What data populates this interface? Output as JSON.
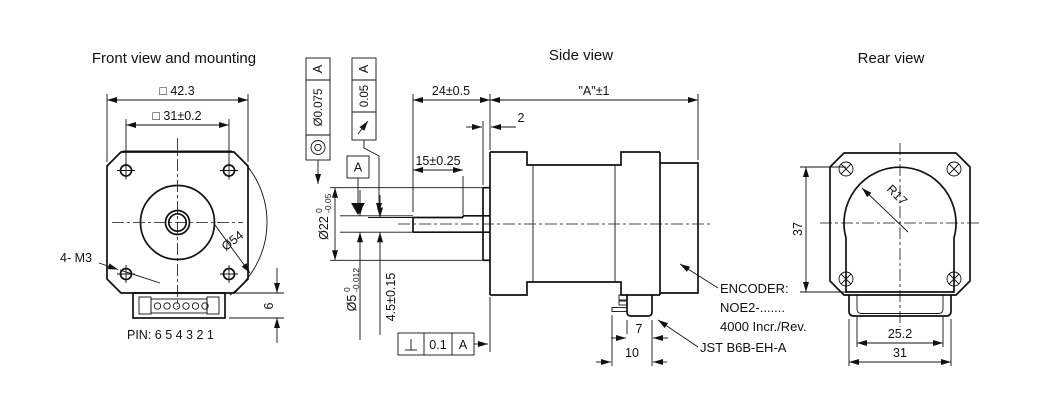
{
  "drawing": {
    "front": {
      "title": "Front view and mounting",
      "dim_outer": "□ 42.3",
      "dim_hole_spacing": "□ 31±0.2",
      "dim_swing_circle": "Ø54",
      "label_mounting_holes": "4- M3",
      "pin_label": "PIN: 6 5 4 3 2 1",
      "dim_connector_height": "6"
    },
    "side": {
      "title": "Side view",
      "dim_shaft_length": "24±0.5",
      "dim_body_length": "\"A\"±1",
      "dim_pilot_length": "2",
      "dim_flat_length": "15±0.25",
      "dim_pilot_dia": {
        "main": "Ø22",
        "upper": "0",
        "lower": "-0.05"
      },
      "dim_shaft_dia": {
        "main": "Ø5",
        "upper": "0",
        "lower": "-0.012"
      },
      "dim_flat_height": "4.5±0.15",
      "fcf_concentricity": {
        "tol": "Ø0.075",
        "datum": "A"
      },
      "fcf_runout": {
        "tol": "0.05",
        "datum": "A"
      },
      "fcf_perpendicularity": {
        "tol": "0.1",
        "datum": "A"
      },
      "datum_label": "A",
      "encoder_note": [
        "ENCODER:",
        "NOE2-.......",
        "4000 Incr./Rev."
      ],
      "connector_note": "JST B6B-EH-A",
      "dim_connector_width": "7",
      "dim_connector_overall": "10"
    },
    "rear": {
      "title": "Rear view",
      "dim_cover_height": "37",
      "dim_cover_radius": "R17",
      "dim_connector_inner": "25.2",
      "dim_connector_outer": "31"
    }
  }
}
